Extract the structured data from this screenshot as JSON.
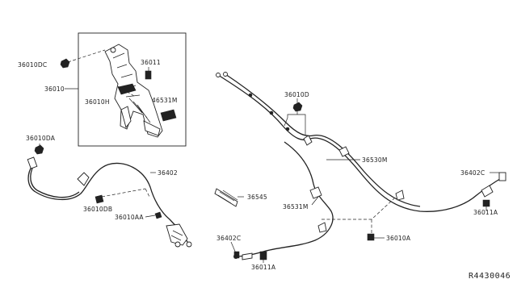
{
  "diagram": {
    "reference_code": "R4430046",
    "part_labels": {
      "p36010DC": "36010DC",
      "p36010": "36010",
      "p36011": "36011",
      "p36010H": "36010H",
      "p46531M": "46531M",
      "p36010DA": "36010DA",
      "p36402": "36402",
      "p36010DB": "36010DB",
      "p36010AA": "36010AA",
      "p36010D": "36010D",
      "p36530M": "36530M",
      "p36545": "36545",
      "p36531M": "36531M",
      "p36402C_left": "36402C",
      "p36011A_left": "36011A",
      "p36010A": "36010A",
      "p36402C_right": "36402C",
      "p36011A_right": "36011A"
    }
  }
}
